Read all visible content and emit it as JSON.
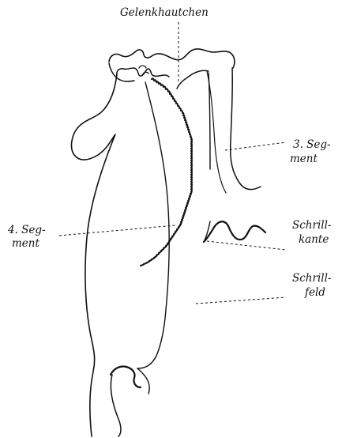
{
  "labels": {
    "gelenk": "Gelenkhautchen",
    "seg3_a": "3. Seg-",
    "seg3_b": "ment",
    "seg4_a": "4. Seg-",
    "seg4_b": "ment",
    "kante_a": "Schrill-",
    "kante_b": "kante",
    "feld_a": "Schrill-",
    "feld_b": "feld"
  },
  "colors": {
    "ink": "#111111",
    "background": "#ffffff"
  }
}
